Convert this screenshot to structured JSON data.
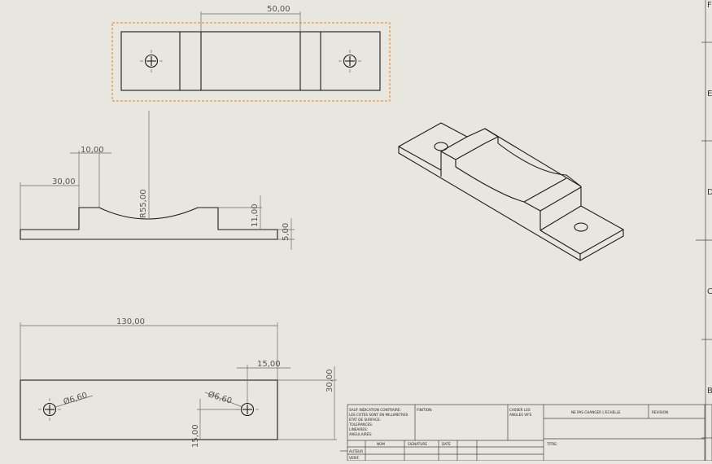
{
  "dimensions": {
    "top_width": "50,00",
    "front_step": "10,00",
    "front_offset": "30,00",
    "front_radius": "R55,00",
    "front_height_total": "11,00",
    "front_thickness": "5,00",
    "bottom_length": "130,00",
    "bottom_hole_offset": "15,00",
    "bottom_width": "30,00",
    "bottom_hole_left": "Ø6,60",
    "bottom_hole_right": "Ø6,60",
    "bottom_hole_y": "15,00"
  },
  "zone_labels": [
    "F",
    "E",
    "D",
    "C",
    "B"
  ],
  "title_block": {
    "note_lines": [
      "SAUF INDICATION CONTRAIRE:",
      "LES COTES SONT EN MILLIMETRES",
      "ETAT DE SURFACE:",
      "TOLERANCES:",
      "  LINEAIRES:",
      "  ANGULAIRES:"
    ],
    "finition": "FINITION:",
    "casser": [
      "CASSER LES",
      "ANGLES VIFS"
    ],
    "ne_pas": "NE PAS CHANGER L'ECHELLE",
    "revision": "REVISION",
    "nom": "NOM",
    "signature": "SIGNATURE",
    "date": "DATE",
    "titre": "TITRE:",
    "auteur": "AUTEUR",
    "verif": "VERIF."
  }
}
